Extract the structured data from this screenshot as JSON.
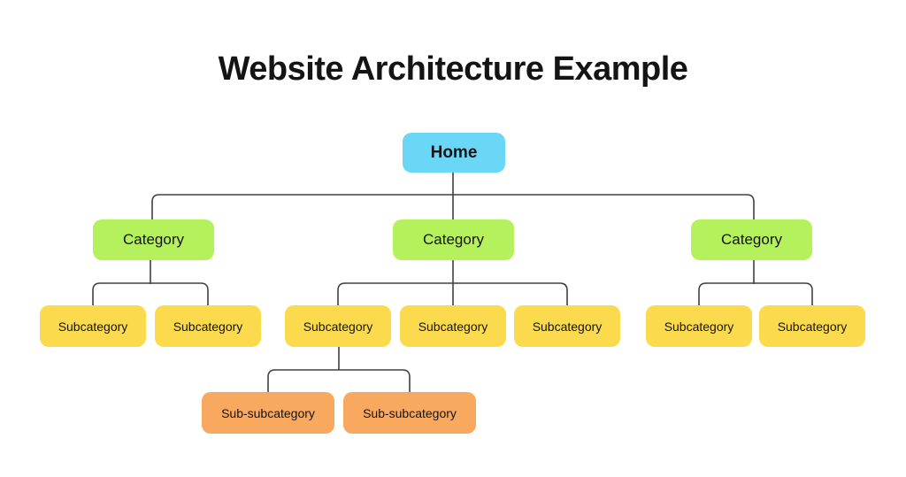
{
  "title": "Website Architecture Example",
  "colors": {
    "background": "#ffffff",
    "home_fill": "#6ad7f7",
    "category_fill": "#b5f15c",
    "subcategory_fill": "#fbdb4d",
    "sub_subcategory_fill": "#f9a860",
    "connector": "#404040",
    "text": "#141414"
  },
  "tree": {
    "home": {
      "label": "Home"
    },
    "branches": [
      {
        "category": "Category",
        "children": [
          "Subcategory",
          "Subcategory"
        ]
      },
      {
        "category": "Category",
        "children": [
          "Subcategory",
          "Subcategory",
          "Subcategory"
        ]
      },
      {
        "category": "Category",
        "children": [
          "Subcategory",
          "Subcategory"
        ]
      }
    ],
    "sub_subcategories": [
      "Sub-subcategory",
      "Sub-subcategory"
    ]
  }
}
